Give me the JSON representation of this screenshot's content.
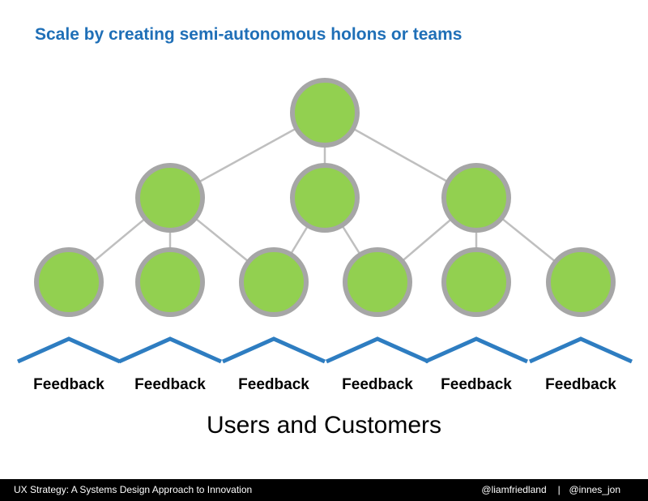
{
  "slide": {
    "title": "Scale by creating semi-autonomous holons or teams",
    "audience": "Users and Customers"
  },
  "diagram": {
    "feedback_labels": [
      "Feedback",
      "Feedback",
      "Feedback",
      "Feedback",
      "Feedback",
      "Feedback"
    ],
    "colors": {
      "node_fill": "#92d050",
      "node_ring": "#a6a6a6",
      "edge": "#bfbfbf",
      "feedback_wave": "#2e7dc1"
    }
  },
  "footer": {
    "left": "UX Strategy: A Systems Design Approach to Innovation",
    "handle1": "@liamfriedland",
    "separator": "|",
    "handle2": "@innes_jon"
  }
}
